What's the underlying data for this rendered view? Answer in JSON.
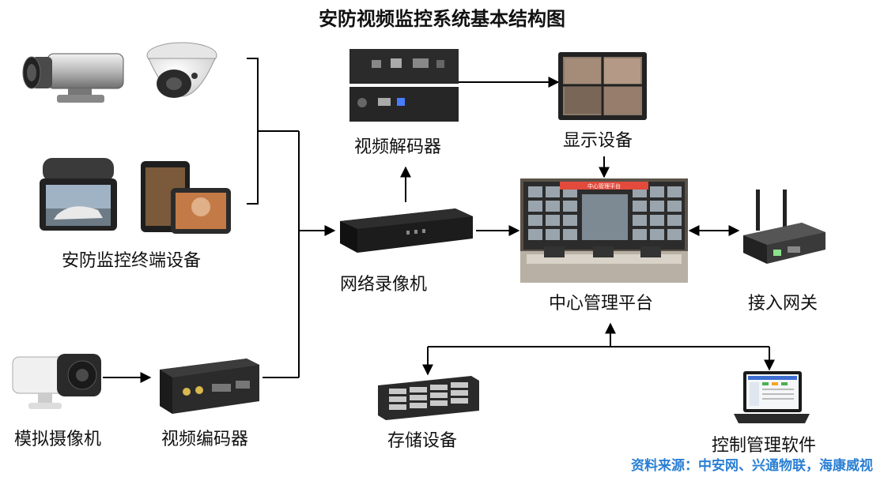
{
  "title": "安防视频监控系统基本结构图",
  "nodes": {
    "terminal": "安防监控终端设备",
    "analog_camera": "模拟摄像机",
    "encoder": "视频编码器",
    "decoder": "视频解码器",
    "nvr": "网络录像机",
    "display": "显示设备",
    "platform": "中心管理平台",
    "gateway": "接入网关",
    "storage": "存储设备",
    "software": "控制管理软件"
  },
  "platform_banner": "中心管理平台",
  "source": "资料来源：中安网、兴通物联，海康威视"
}
